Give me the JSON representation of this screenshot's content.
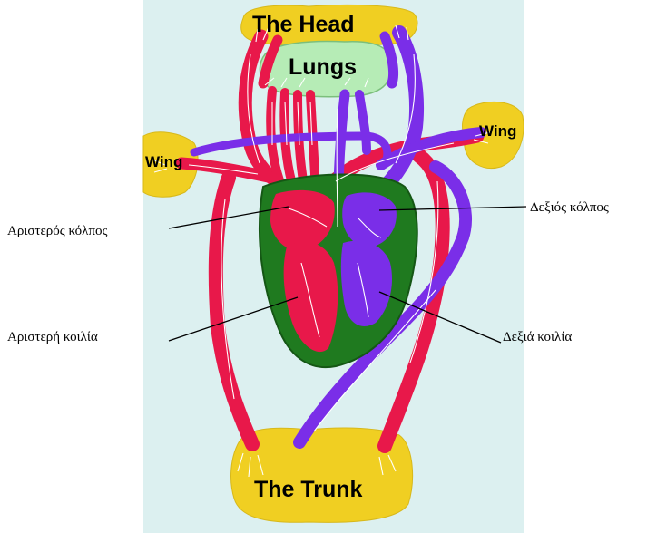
{
  "labels": {
    "head": "The Head",
    "lungs": "Lungs",
    "wing_left": "Wing",
    "wing_right": "Wing",
    "trunk": "The Trunk"
  },
  "callouts": {
    "left_atrium": "Αριστερός κόλπος",
    "right_atrium": "Δεξιός κόλπος",
    "left_ventricle": "Αριστερή κοιλία",
    "right_ventricle": "Δεξιά κοιλία"
  },
  "colors": {
    "background_panel": "#dcf0f0",
    "body_regions": "#f0cf22",
    "lungs": "#b6ecb6",
    "heart_outer": "#1f7a1f",
    "oxygenated": "#e8184a",
    "deoxygenated": "#7a2ee8"
  }
}
